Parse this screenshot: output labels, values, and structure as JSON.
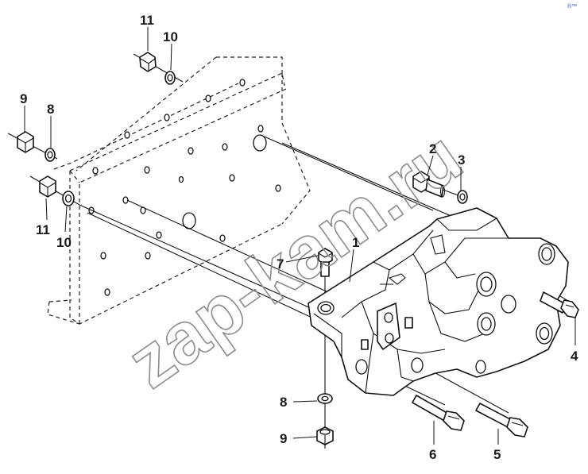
{
  "watermark": "zap-kam.ru",
  "corner_mark": "®™",
  "callouts": {
    "c1": "1",
    "c2": "2",
    "c3": "3",
    "c4": "4",
    "c5": "5",
    "c6": "6",
    "c7": "7",
    "c8a": "8",
    "c8b": "8",
    "c9a": "9",
    "c9b": "9",
    "c10a": "10",
    "c10b": "10",
    "c11a": "11",
    "c11b": "11"
  }
}
